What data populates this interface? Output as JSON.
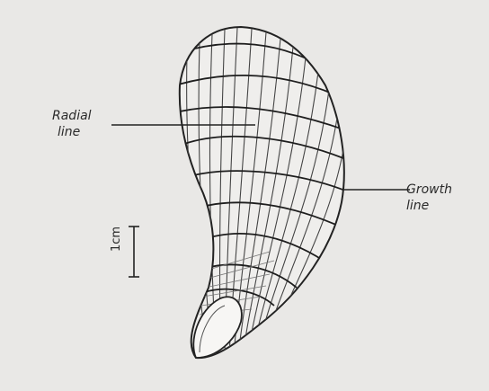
{
  "labels": {
    "radial": [
      "Radial",
      "line"
    ],
    "growth": [
      "Growth",
      "line"
    ],
    "scale": "1cm"
  }
}
